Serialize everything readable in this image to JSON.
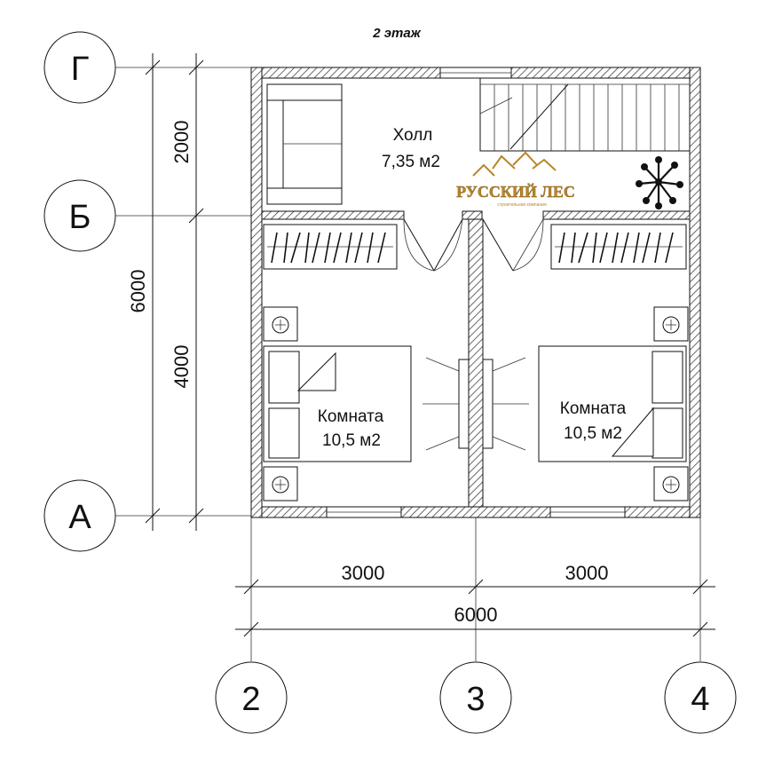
{
  "title": "2 этаж",
  "axes": {
    "rows": [
      "Г",
      "Б",
      "А"
    ],
    "columns": [
      "2",
      "3",
      "4"
    ]
  },
  "dimensions": {
    "left_top": "2000",
    "left_bottom": "4000",
    "left_total": "6000",
    "bottom_left": "3000",
    "bottom_right": "3000",
    "bottom_total": "6000"
  },
  "rooms": {
    "hall": {
      "name": "Холл",
      "area": "7,35 м2"
    },
    "room_left": {
      "name": "Комната",
      "area": "10,5 м2"
    },
    "room_right": {
      "name": "Комната",
      "area": "10,5 м2"
    }
  },
  "logo": {
    "name": "РУССКИЙ ЛЕС",
    "subtitle": "строительная компания",
    "accent_color": "#b8862a"
  }
}
